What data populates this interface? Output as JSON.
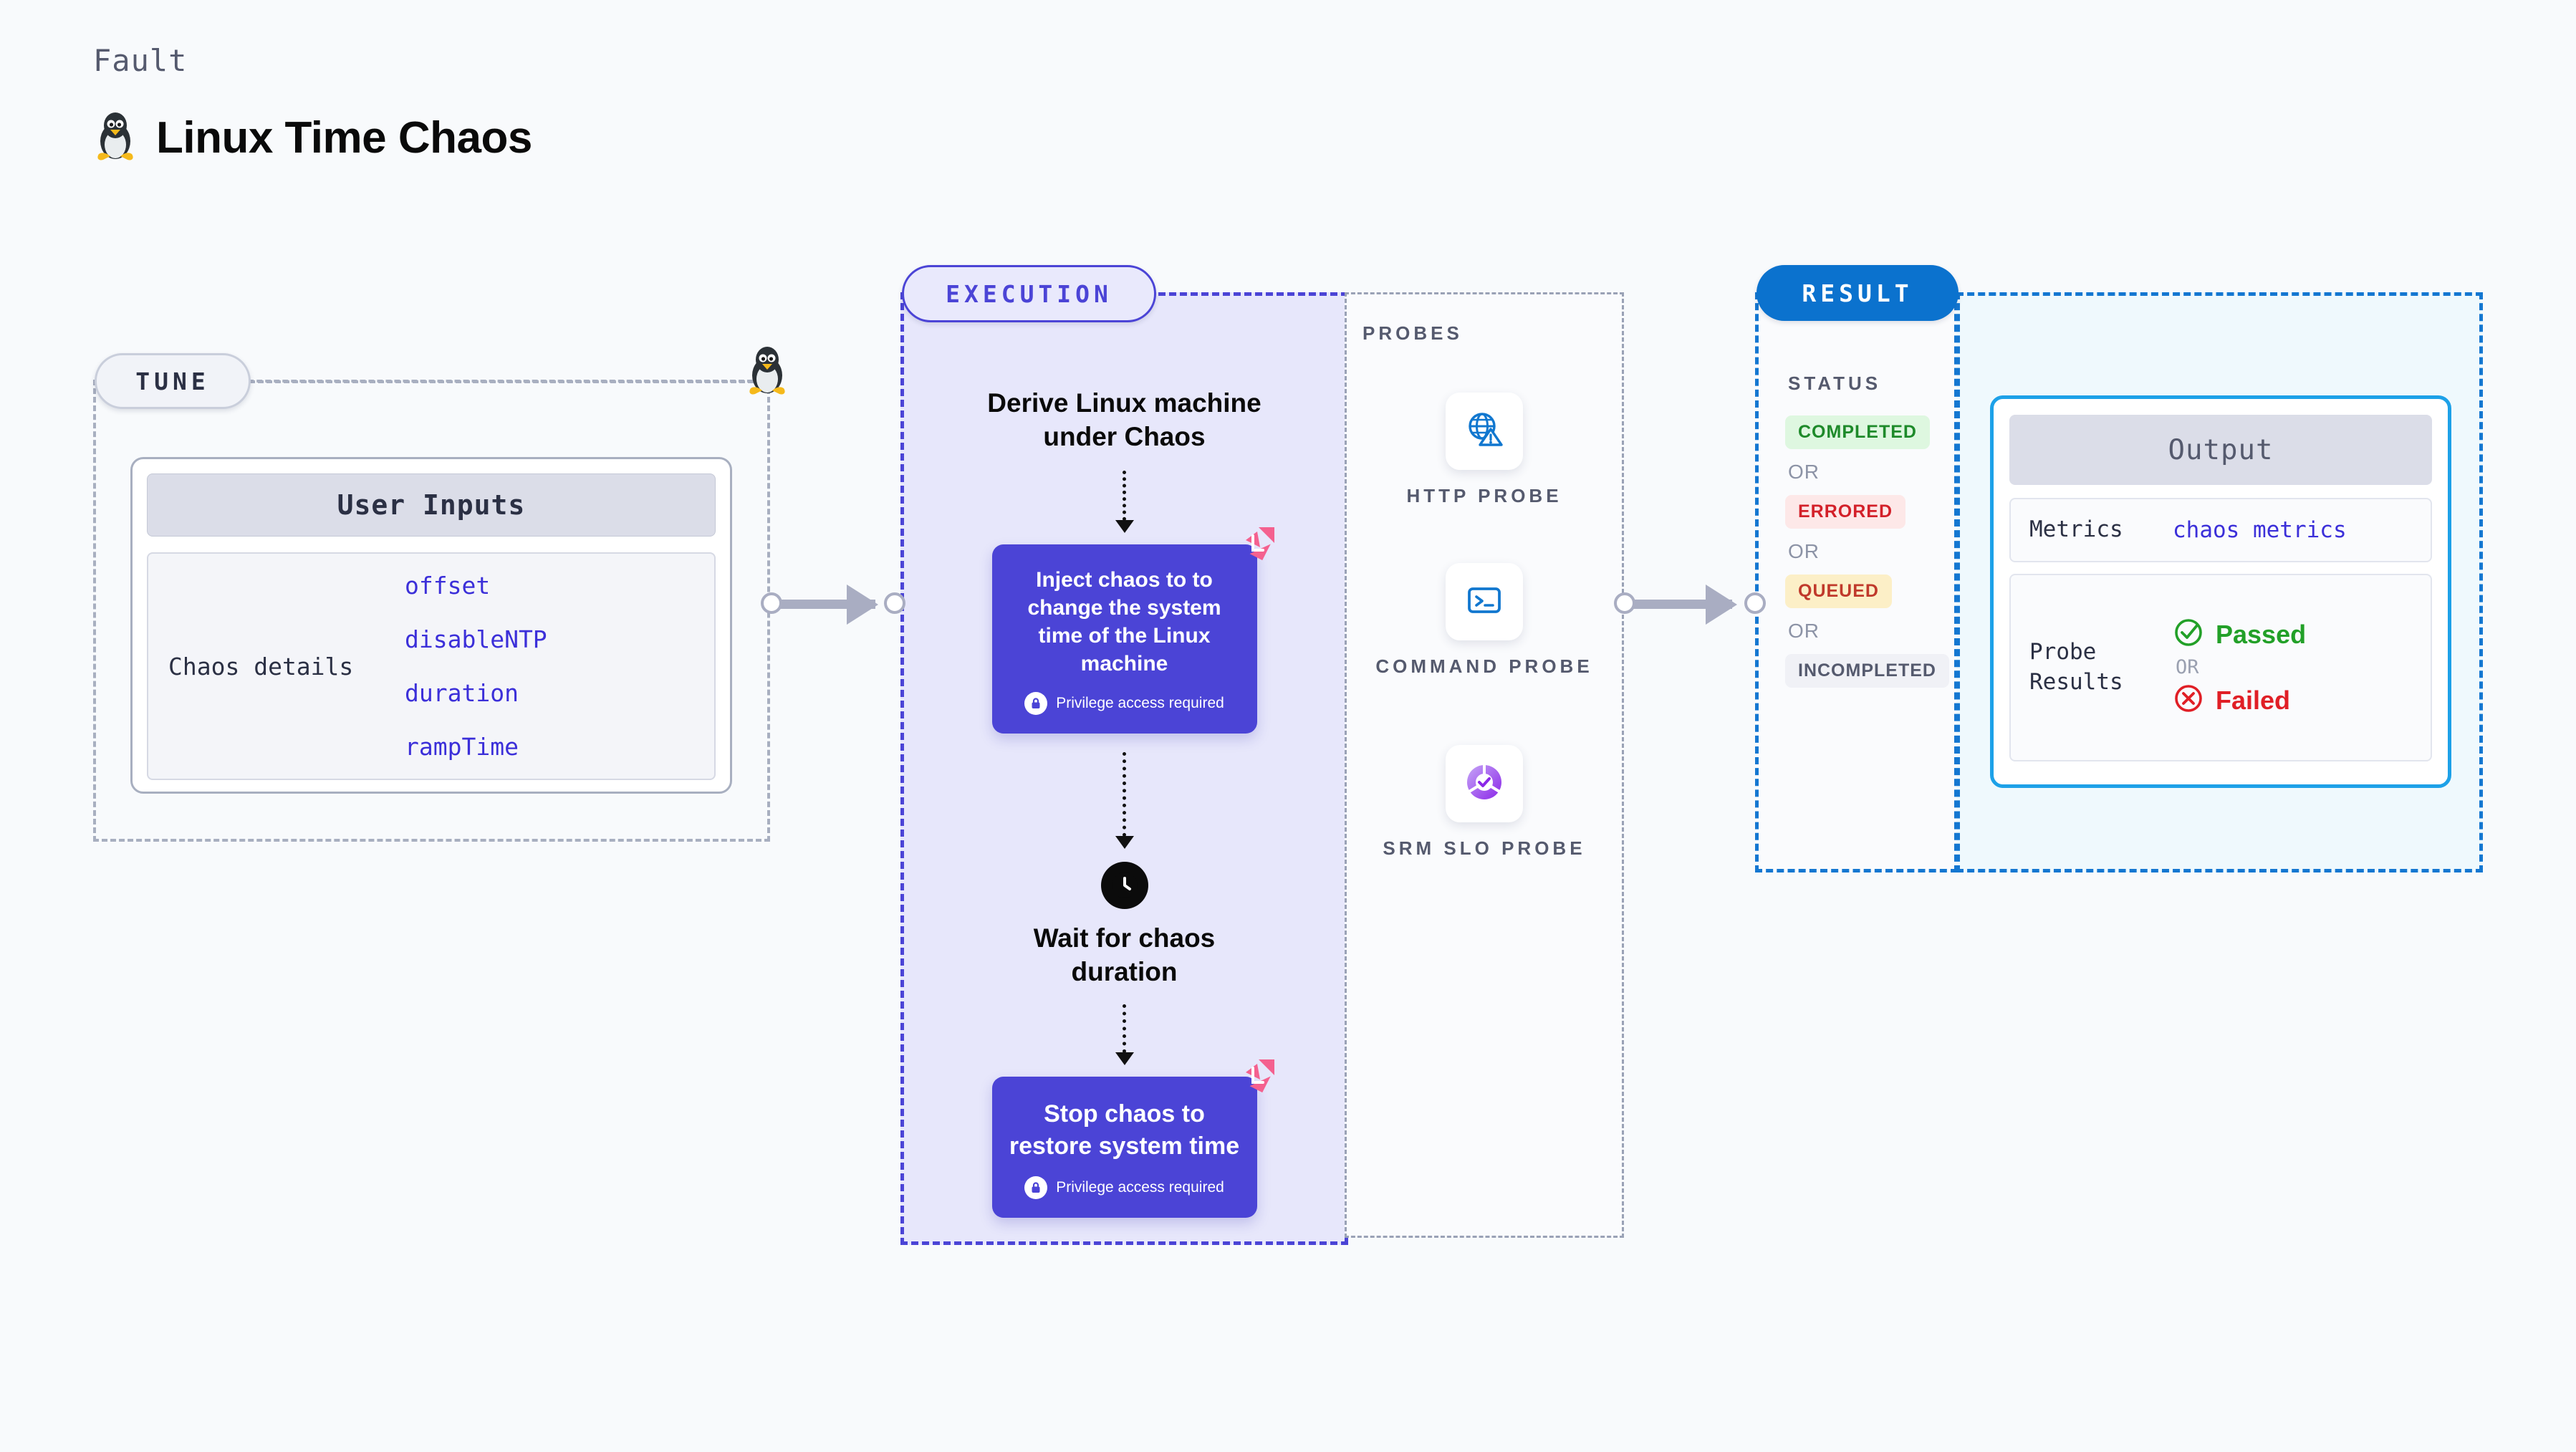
{
  "header": {
    "kicker": "Fault",
    "title": "Linux Time Chaos",
    "icon": "linux-penguin-icon"
  },
  "tune": {
    "pill_label": "TUNE",
    "card_header": "User Inputs",
    "details_label": "Chaos details",
    "params": [
      "offset",
      "disableNTP",
      "duration",
      "rampTime"
    ]
  },
  "execution": {
    "pill_label": "EXECUTION",
    "heading": "Derive Linux machine under Chaos",
    "inject_card": {
      "title": "Inject chaos to to change the system time of the Linux machine",
      "privilege": "Privilege access required"
    },
    "wait_step": {
      "icon": "clock-icon",
      "label": "Wait for chaos duration"
    },
    "stop_card": {
      "title": "Stop chaos to restore system time",
      "privilege": "Privilege access required"
    }
  },
  "probes": {
    "title": "PROBES",
    "items": [
      {
        "label": "HTTP PROBE",
        "icon": "globe-warning-icon"
      },
      {
        "label": "COMMAND PROBE",
        "icon": "terminal-icon"
      },
      {
        "label": "SRM SLO PROBE",
        "icon": "slo-donut-check-icon"
      }
    ]
  },
  "result": {
    "pill_label": "RESULT",
    "status_title": "STATUS",
    "or_label": "OR",
    "statuses": [
      {
        "label": "COMPLETED",
        "bg": "#DEF7E0",
        "color": "#1E8A2A"
      },
      {
        "label": "ERRORED",
        "bg": "#FDE8E8",
        "color": "#D32029"
      },
      {
        "label": "QUEUED",
        "bg": "#FCEFC7",
        "color": "#C0392B"
      },
      {
        "label": "INCOMPLETED",
        "bg": "#F0F1F6",
        "color": "#555A6E"
      }
    ]
  },
  "output": {
    "header": "Output",
    "metrics_label": "Metrics",
    "metrics_value": "chaos metrics",
    "probe_results_label": "Probe Results",
    "passed_label": "Passed",
    "failed_label": "Failed",
    "or_label": "OR"
  },
  "colors": {
    "page_bg": "#F8FAFC",
    "accent_purple": "#4B44D6",
    "accent_blue": "#0B72CE",
    "accent_cyan": "#1DA1E8",
    "pink_mark": "#F4618F",
    "param_blue": "#3B2FD9",
    "muted": "#555A6E",
    "connector": "#A9ADC2"
  }
}
